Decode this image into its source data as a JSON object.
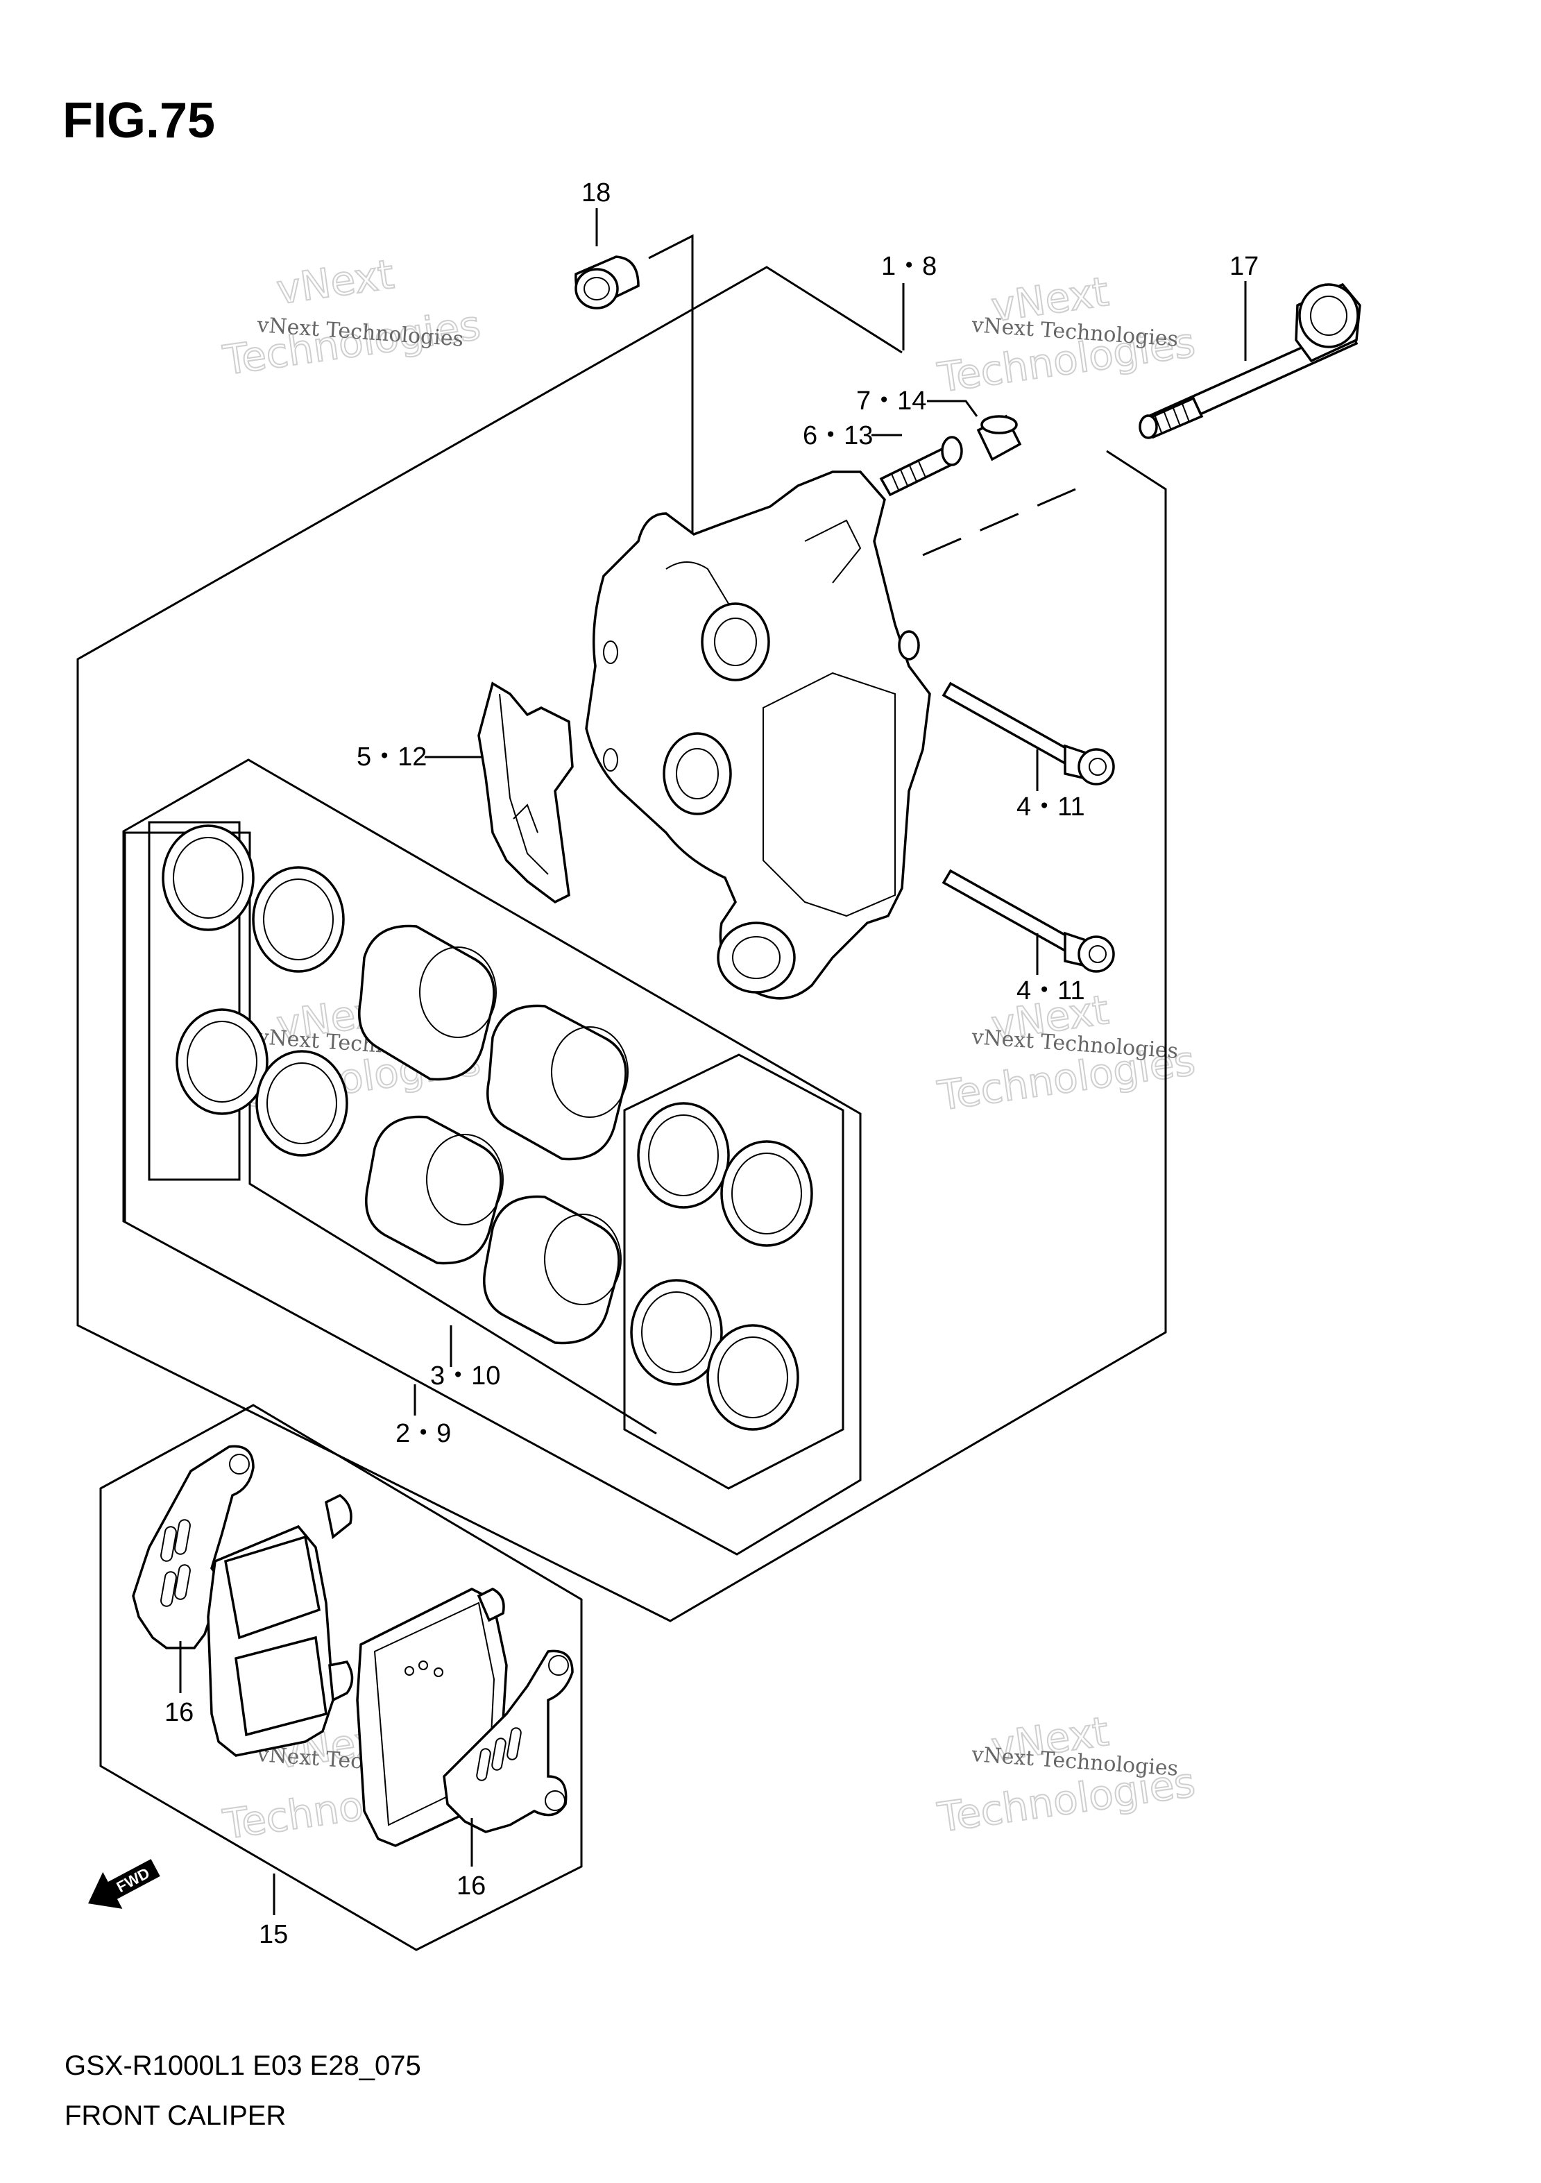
{
  "figure": {
    "title": "FIG.75"
  },
  "callouts": {
    "c18": "18",
    "c1_8": "1・8",
    "c17": "17",
    "c7_14": "7・14",
    "c6_13": "6・13",
    "c5_12": "5・12",
    "c4_11a": "4・11",
    "c4_11b": "4・11",
    "c3_10": "3・10",
    "c2_9": "2・9",
    "c16a": "16",
    "c16b": "16",
    "c15": "15"
  },
  "fwd": {
    "label": "FWD"
  },
  "footer": {
    "model": "GSX-R1000L1 E03 E28_075",
    "section": "FRONT CALIPER"
  },
  "watermark": {
    "small": "vNext Technologies",
    "line1": "vNext",
    "line2": "Technologies"
  },
  "colors": {
    "ink": "#000000",
    "watermark": "#cfcfcf"
  }
}
